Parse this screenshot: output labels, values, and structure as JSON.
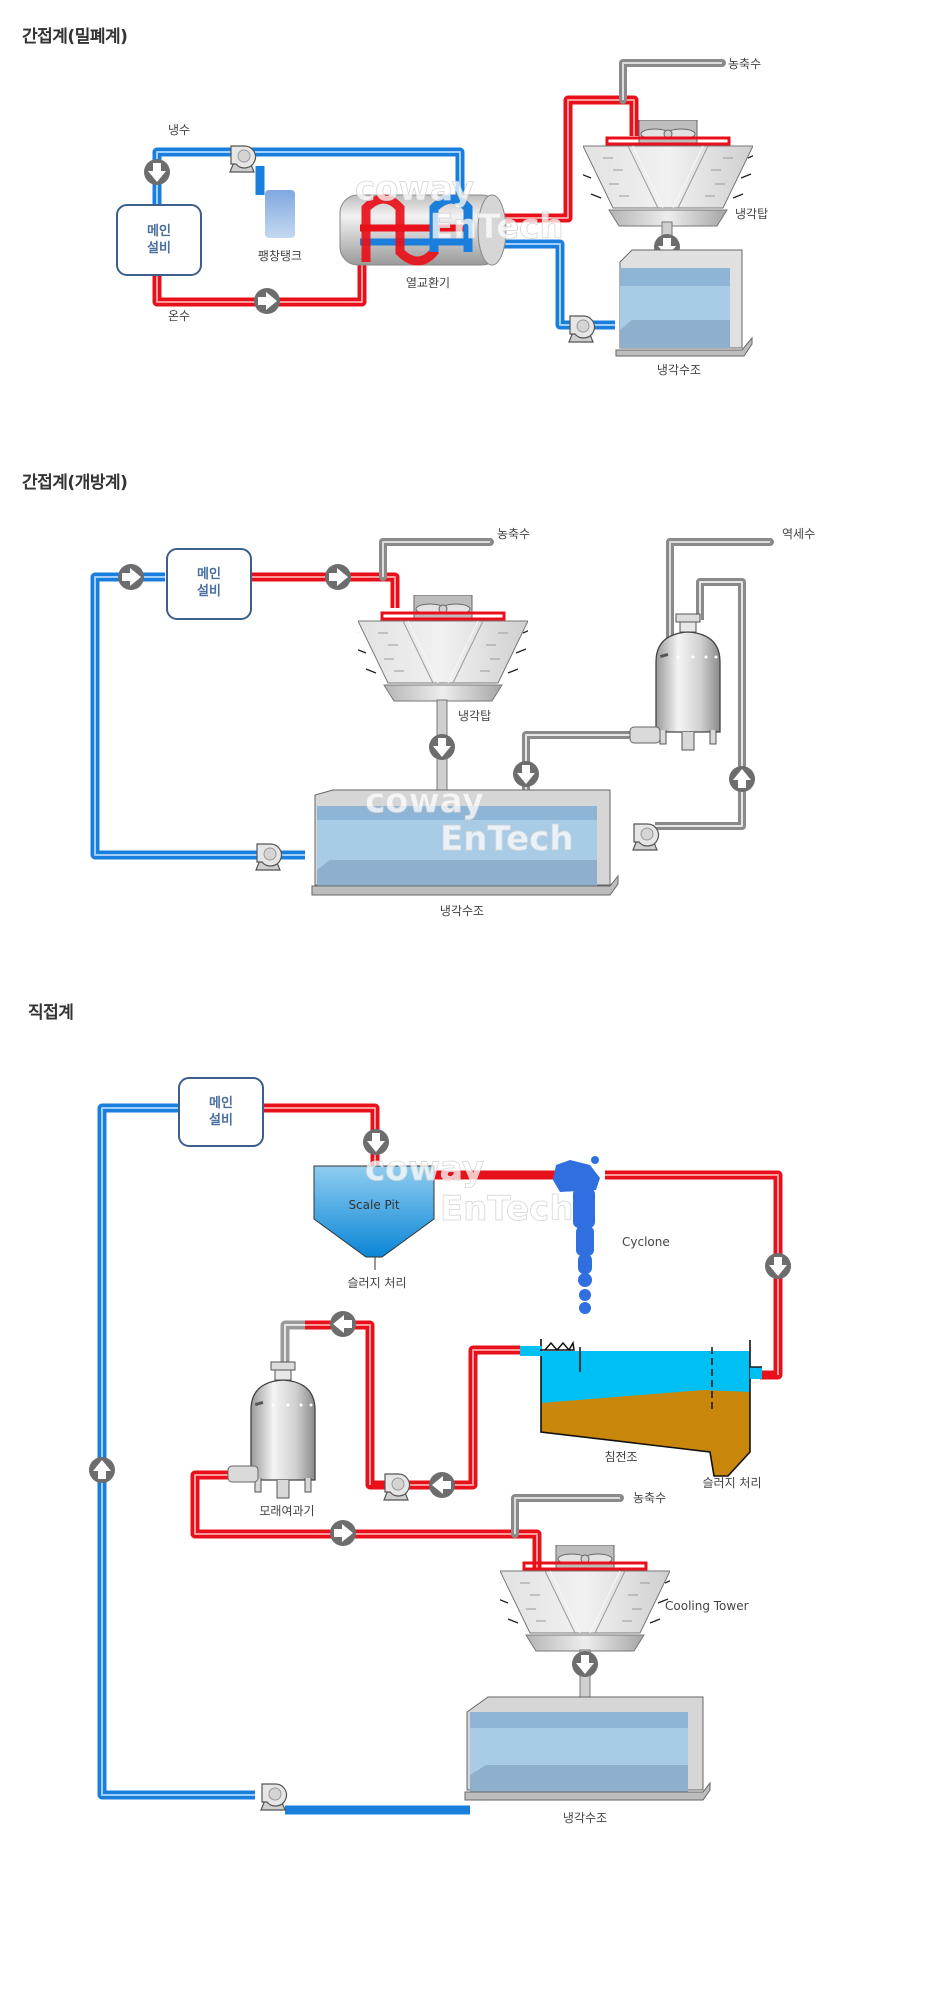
{
  "watermark": {
    "line1": "coway",
    "line2": "EnTech"
  },
  "sections": [
    {
      "title": "간접계(밀폐계)",
      "main_equipment": "메인\n설비",
      "main_equipment_lines": [
        "메인",
        "설비"
      ],
      "labels": {
        "cold_water": "냉수",
        "warm_water": "온수",
        "expansion_tank": "팽창탱크",
        "heat_exchanger": "열교환기",
        "blowdown": "농축수",
        "cooling_tower": "냉각탑",
        "cooling_basin": "냉각수조"
      }
    },
    {
      "title": "간접계(개방계)",
      "main_equipment_lines": [
        "메인",
        "설비"
      ],
      "labels": {
        "blowdown": "농축수",
        "backwash": "역세수",
        "cooling_tower": "냉각탑",
        "cooling_basin": "냉각수조"
      }
    },
    {
      "title": "직접계",
      "main_equipment_lines": [
        "메인",
        "설비"
      ],
      "labels": {
        "scale_pit": "Scale Pit",
        "sludge_1": "슬러지 처리",
        "cyclone": "Cyclone",
        "settling_tank": "침전조",
        "sludge_2": "슬러지 처리",
        "sand_filter": "모래여과기",
        "blowdown": "농축수",
        "cooling_tower": "Cooling Tower",
        "cooling_basin": "냉각수조"
      }
    }
  ],
  "colors": {
    "hot_pipe": "#e8101a",
    "cold_pipe": "#1a7fdc",
    "gray_pipe": "#8a8a8a",
    "box_border": "#3d5f8e",
    "box_text": "#4a6fa0",
    "arrow_badge": "#6d6d6d",
    "basin_water": "#a8cbe6",
    "settling_water": "#00bff3",
    "sludge": "#c8860a",
    "scale_pit": "#3ea6e0",
    "cyclone": "#2f6fe0"
  }
}
